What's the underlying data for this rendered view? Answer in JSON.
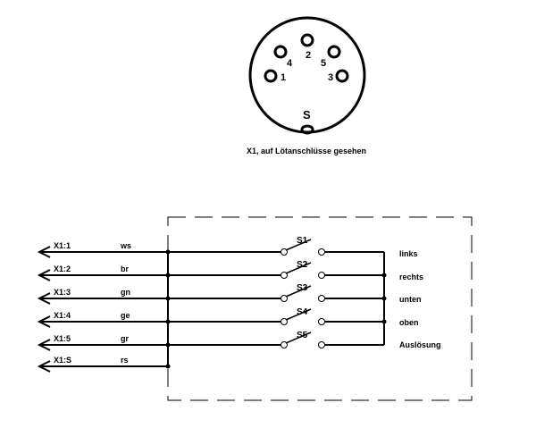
{
  "connector": {
    "caption": "X1, auf Lötanschlüsse gesehen",
    "pins": [
      {
        "id": "pin-1",
        "label": "1"
      },
      {
        "id": "pin-2",
        "label": "2"
      },
      {
        "id": "pin-3",
        "label": "3"
      },
      {
        "id": "pin-4",
        "label": "4"
      },
      {
        "id": "pin-5",
        "label": "5"
      },
      {
        "id": "pin-s",
        "label": "S"
      }
    ]
  },
  "wires": [
    {
      "terminal": "X1:1",
      "color": "ws"
    },
    {
      "terminal": "X1:2",
      "color": "br"
    },
    {
      "terminal": "X1:3",
      "color": "gn"
    },
    {
      "terminal": "X1:4",
      "color": "ge"
    },
    {
      "terminal": "X1:5",
      "color": "gr"
    },
    {
      "terminal": "X1:S",
      "color": "rs"
    }
  ],
  "switches": [
    {
      "name": "S1",
      "function": "links"
    },
    {
      "name": "S2",
      "function": "rechts"
    },
    {
      "name": "S3",
      "function": "unten"
    },
    {
      "name": "S4",
      "function": "oben"
    },
    {
      "name": "S5",
      "function": "Auslösung"
    }
  ]
}
